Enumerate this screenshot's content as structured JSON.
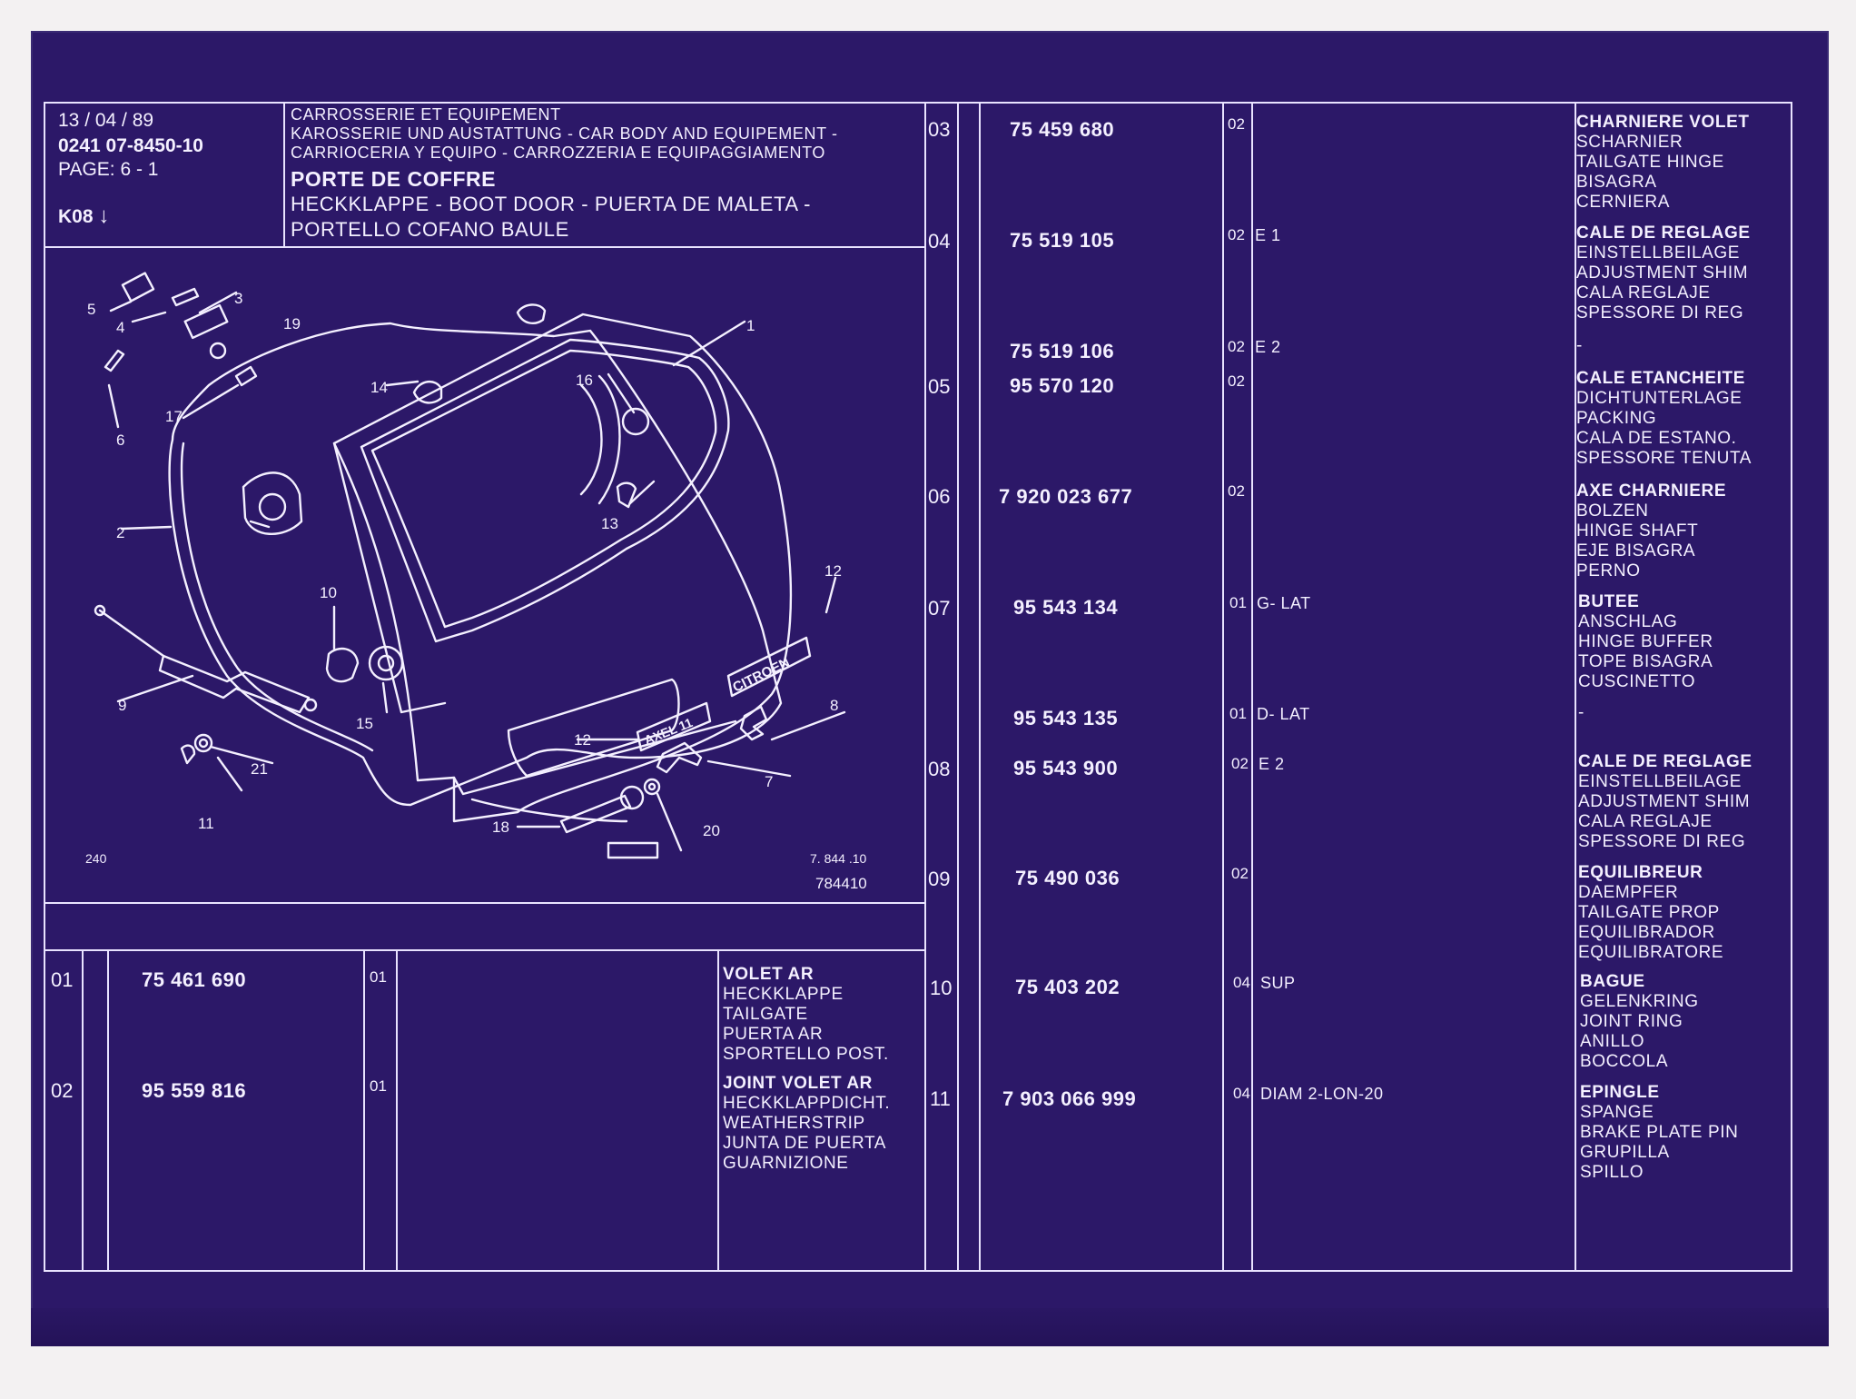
{
  "header": {
    "date": "13 / 04 / 89",
    "reference": "0241 07-8450-10",
    "page": "PAGE: 6 - 1",
    "code": "K08",
    "group_lines": [
      "CARROSSERIE ET EQUIPEMENT",
      "KAROSSERIE UND AUSTATTUNG - CAR BODY AND EQUIPEMENT -",
      "CARRIOCERIA Y EQUIPO - CARROZZERIA E EQUIPAGGIAMENTO"
    ],
    "title": "PORTE DE COFFRE",
    "subtitle_lines": [
      "HECKKLAPPE - BOOT DOOR - PUERTA DE MALETA -",
      "PORTELLO COFANO BAULE"
    ]
  },
  "diagram": {
    "callouts": [
      "1",
      "2",
      "3",
      "4",
      "5",
      "6",
      "7",
      "8",
      "9",
      "10",
      "11",
      "12",
      "12",
      "13",
      "14",
      "15",
      "16",
      "17",
      "18",
      "19",
      "20",
      "21"
    ],
    "badge_citroen": "CITROEN",
    "badge_axel": "AXEL 11",
    "corner_code": "240",
    "drawing_ref": "7. 844 .10",
    "drawing_number": "784410"
  },
  "parts": [
    {
      "row": "01",
      "part_no": "75 461 690",
      "qty": "01",
      "remark": "",
      "desc": [
        "VOLET AR",
        "HECKKLAPPE",
        "TAILGATE",
        "PUERTA AR",
        "SPORTELLO POST."
      ]
    },
    {
      "row": "02",
      "part_no": "95 559 816",
      "qty": "01",
      "remark": "",
      "desc": [
        "JOINT VOLET AR",
        "HECKKLAPPDICHT.",
        "WEATHERSTRIP",
        "JUNTA DE PUERTA",
        "GUARNIZIONE"
      ]
    },
    {
      "row": "03",
      "part_no": "75 459 680",
      "qty": "02",
      "remark": "",
      "desc": [
        "CHARNIERE VOLET",
        "SCHARNIER",
        "TAILGATE HINGE",
        "BISAGRA",
        "CERNIERA"
      ]
    },
    {
      "row": "04",
      "part_no": "75 519 105",
      "qty": "02",
      "remark": "E 1",
      "desc": [
        "CALE DE REGLAGE",
        "EINSTELLBEILAGE",
        "ADJUSTMENT SHIM",
        "CALA REGLAJE",
        "SPESSORE DI REG"
      ]
    },
    {
      "row": "",
      "part_no": "75 519 106",
      "qty": "02",
      "remark": "E 2",
      "desc": [
        "-"
      ]
    },
    {
      "row": "05",
      "part_no": "95 570 120",
      "qty": "02",
      "remark": "",
      "desc": [
        "CALE ETANCHEITE",
        "DICHTUNTERLAGE",
        "PACKING",
        "CALA DE ESTANO.",
        "SPESSORE TENUTA"
      ]
    },
    {
      "row": "06",
      "part_no": "7 920 023 677",
      "qty": "02",
      "remark": "",
      "desc": [
        "AXE CHARNIERE",
        "BOLZEN",
        "HINGE SHAFT",
        "EJE BISAGRA",
        "PERNO"
      ]
    },
    {
      "row": "07",
      "part_no": "95 543 134",
      "qty": "01",
      "remark": "G- LAT",
      "desc": [
        "BUTEE",
        "ANSCHLAG",
        "HINGE BUFFER",
        "TOPE BISAGRA",
        "CUSCINETTO"
      ]
    },
    {
      "row": "",
      "part_no": "95 543 135",
      "qty": "01",
      "remark": "D- LAT",
      "desc": [
        "-"
      ]
    },
    {
      "row": "08",
      "part_no": "95 543 900",
      "qty": "02",
      "remark": "E 2",
      "desc": [
        "CALE DE REGLAGE",
        "EINSTELLBEILAGE",
        "ADJUSTMENT SHIM",
        "CALA REGLAJE",
        "SPESSORE DI REG"
      ]
    },
    {
      "row": "09",
      "part_no": "75 490 036",
      "qty": "02",
      "remark": "",
      "desc": [
        "EQUILIBREUR",
        "DAEMPFER",
        "TAILGATE PROP",
        "EQUILIBRADOR",
        "EQUILIBRATORE"
      ]
    },
    {
      "row": "10",
      "part_no": "75 403 202",
      "qty": "04",
      "remark": "SUP",
      "desc": [
        "BAGUE",
        "GELENKRING",
        "JOINT RING",
        "ANILLO",
        "BOCCOLA"
      ]
    },
    {
      "row": "11",
      "part_no": "7 903 066 999",
      "qty": "04",
      "remark": "DIAM 2-LON-20",
      "desc": [
        "EPINGLE",
        "SPANGE",
        "BRAKE PLATE PIN",
        "GRUPILLA",
        "SPILLO"
      ]
    }
  ],
  "colors": {
    "paper": "#2c1868",
    "ink": "#f4f0ff",
    "background": "#f3f1f2"
  }
}
